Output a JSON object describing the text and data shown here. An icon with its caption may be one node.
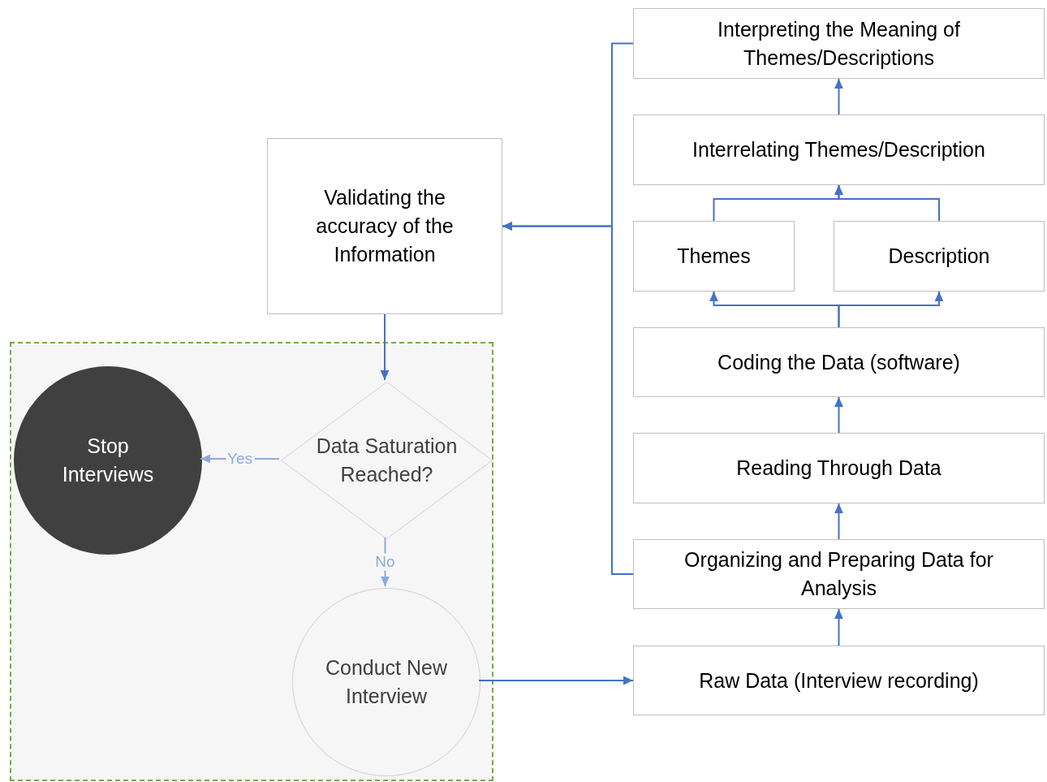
{
  "diagram": {
    "nodes": [
      {
        "text": [
          "Interpreting the Meaning of Themes/Descriptions"
        ]
      },
      {
        "text": [
          "Interrelating Themes/Description"
        ]
      },
      {
        "text": [
          "Validating the accuracy of the Information"
        ]
      },
      {
        "text": [
          "Themes"
        ]
      },
      {
        "text": [
          "Description"
        ]
      },
      {
        "text": [
          "Coding the Data (software)"
        ]
      },
      {
        "text": [
          "Reading Through Data"
        ]
      },
      {
        "text": [
          "Organizing and Preparing Data for Analysis"
        ]
      },
      {
        "text": [],
        "shape": "box"
      },
      {
        "text": [
          "Stop Interviews"
        ],
        "in": 8
      },
      {
        "text": [
          "Data Saturation Reached?"
        ],
        "in": 8
      },
      {
        "text": [
          "Conduct New Interview"
        ],
        "in": 8
      },
      {
        "text": [
          "Raw Data (Interview recording)"
        ]
      }
    ],
    "edges": [
      {
        "from": 12,
        "to": 7,
        "arrow": "to"
      },
      {
        "from": 7,
        "to": 6,
        "arrow": "to"
      },
      {
        "from": 6,
        "to": 5,
        "arrow": "to"
      },
      {
        "from": 5,
        "to": 3,
        "arrow": "to"
      },
      {
        "from": 5,
        "to": 4,
        "arrow": "to"
      },
      {
        "from": 3,
        "to": 1,
        "arrow": "to"
      },
      {
        "from": 4,
        "to": 1,
        "arrow": "to"
      },
      {
        "from": 1,
        "to": 0,
        "arrow": "to"
      },
      {
        "from": 0,
        "to": 2,
        "arrow": "to"
      },
      {
        "from": 7,
        "to": 2,
        "arrow": "to"
      },
      {
        "from": 2,
        "to": 10,
        "arrow": "to"
      },
      {
        "from": 10,
        "to": 9,
        "arrow": "to",
        "label": "Yes",
        "color": "#8eaadb"
      },
      {
        "from": 10,
        "to": 11,
        "arrow": "to",
        "label": "No",
        "color": "#8eaadb"
      },
      {
        "from": 11,
        "to": 12,
        "arrow": "to"
      }
    ]
  }
}
